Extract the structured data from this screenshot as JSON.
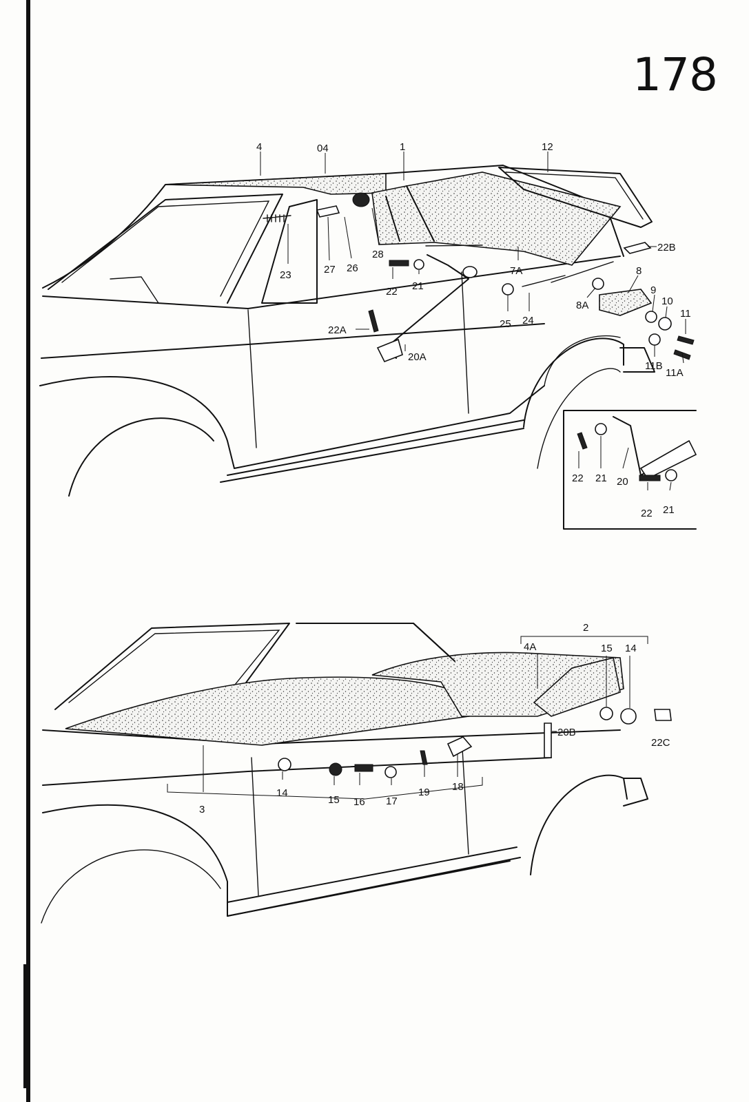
{
  "page_number": "178",
  "top_view": {
    "callouts": [
      "4",
      "04",
      "1",
      "12",
      "22B",
      "8",
      "9",
      "10",
      "11",
      "11A",
      "11B",
      "8A",
      "7A",
      "24",
      "25",
      "21",
      "22",
      "22A",
      "20A",
      "28",
      "26",
      "27",
      "23"
    ],
    "inset_callouts": [
      "22",
      "21",
      "20",
      "22",
      "21"
    ]
  },
  "bottom_view": {
    "callouts": [
      "2",
      "4A",
      "15",
      "14",
      "22C",
      "20B",
      "18",
      "19",
      "17",
      "16",
      "15",
      "14",
      "3"
    ]
  }
}
